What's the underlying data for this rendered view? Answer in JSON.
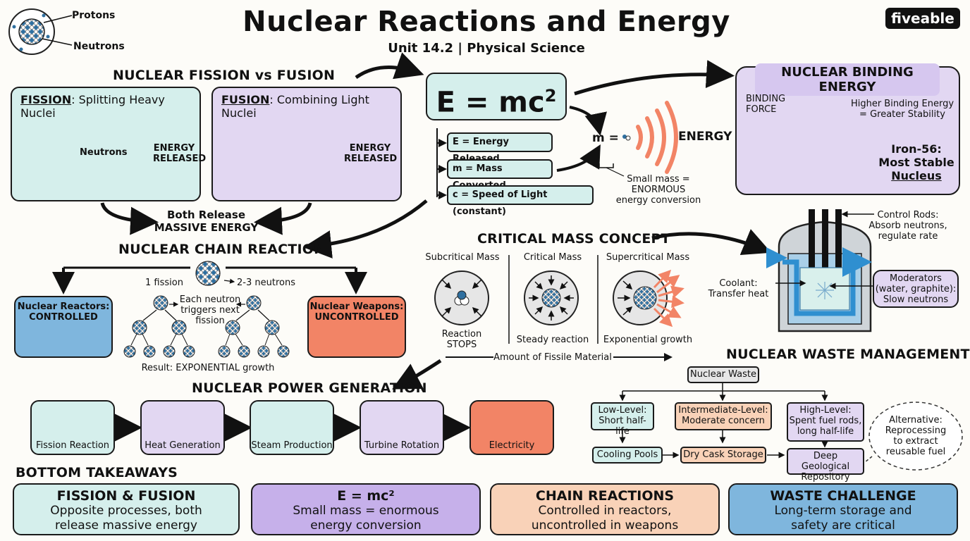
{
  "title": "Nuclear Reactions and Energy",
  "subtitle": "Unit 14.2 | Physical Science",
  "brand": "fiveable",
  "legend": {
    "protons": "Protons",
    "neutrons": "Neutrons"
  },
  "fission_fusion": {
    "heading": "NUCLEAR FISSION vs FUSION",
    "fission_term": "FISSION",
    "fission_desc": ": Splitting Heavy Nuclei",
    "fission_neutrons": "Neutrons",
    "fission_energy_1": "ENERGY",
    "fission_energy_2": "RELEASED",
    "fusion_term": "FUSION",
    "fusion_desc": ": Combining Light Nuclei",
    "fusion_energy_1": "ENERGY",
    "fusion_energy_2": "RELEASED",
    "both_1": "Both Release",
    "both_2": "MASSIVE ENERGY"
  },
  "emc": {
    "equation": "E = mc",
    "exponent": "2",
    "def_e": "E = Energy Released",
    "def_m": "m = Mass Converted",
    "def_c": "c = Speed of Light (constant)",
    "m_label": "m =",
    "energy": "ENERGY",
    "note_1": "Small mass =",
    "note_2": "ENORMOUS",
    "note_3": "energy conversion"
  },
  "binding": {
    "heading": "NUCLEAR BINDING ENERGY",
    "force_1": "BINDING",
    "force_2": "FORCE",
    "higher_1": "Higher Binding Energy",
    "higher_2": "= Greater Stability",
    "iron_1": "Iron-56:",
    "iron_2": "Most Stable",
    "iron_3": "Nucleus"
  },
  "chain": {
    "heading": "NUCLEAR CHAIN REACTION",
    "one_fission": "1 fission",
    "neutrons": "2-3 neutrons",
    "each_1": "Each neutron",
    "each_2": "triggers next",
    "each_3": "fission",
    "result": "Result: EXPONENTIAL growth",
    "reactors_1": "Nuclear Reactors:",
    "reactors_2": "CONTROLLED",
    "weapons_1": "Nuclear Weapons:",
    "weapons_2": "UNCONTROLLED"
  },
  "critical": {
    "heading": "CRITICAL MASS CONCEPT",
    "sub_label": "Subcritical Mass",
    "crit_label": "Critical Mass",
    "super_label": "Supercritical Mass",
    "sub_result_1": "Reaction",
    "sub_result_2": "STOPS",
    "crit_result": "Steady reaction",
    "super_result": "Exponential growth",
    "axis": "Amount of Fissile Material"
  },
  "reactor": {
    "control_1": "Control Rods:",
    "control_2": "Absorb neutrons,",
    "control_3": "regulate rate",
    "coolant_1": "Coolant:",
    "coolant_2": "Transfer heat",
    "mod_1": "Moderators",
    "mod_2": "(water, graphite):",
    "mod_3": "Slow neutrons"
  },
  "power": {
    "heading": "NUCLEAR POWER GENERATION",
    "steps": [
      "Fission Reaction",
      "Heat Generation",
      "Steam Production",
      "Turbine Rotation",
      "Electricity"
    ]
  },
  "waste": {
    "heading": "NUCLEAR WASTE MANAGEMENT",
    "root": "Nuclear Waste",
    "low_1": "Low-Level:",
    "low_2": "Short half-life",
    "mid_1": "Intermediate-Level:",
    "mid_2": "Moderate concern",
    "high_1": "High-Level:",
    "high_2": "Spent fuel rods,",
    "high_3": "long half-life",
    "alt_1": "Alternative:",
    "alt_2": "Reprocessing",
    "alt_3": "to extract",
    "alt_4": "reusable fuel",
    "cooling": "Cooling Pools",
    "cask": "Dry Cask Storage",
    "deep_1": "Deep Geological",
    "deep_2": "Repository"
  },
  "takeaways": {
    "heading": "BOTTOM TAKEAWAYS",
    "cards": [
      {
        "title": "FISSION & FUSION",
        "line1": "Opposite processes, both",
        "line2": "release massive energy"
      },
      {
        "title": "E = mc²",
        "line1": "Small mass = enormous",
        "line2": "energy conversion"
      },
      {
        "title": "CHAIN REACTIONS",
        "line1": "Controlled in reactors,",
        "line2": "uncontrolled in weapons"
      },
      {
        "title": "WASTE CHALLENGE",
        "line1": "Long-term storage and",
        "line2": "safety are critical"
      }
    ]
  },
  "colors": {
    "teal": "#d5efec",
    "lavender": "#e2d7f2",
    "purple": "#c6b0ea",
    "peach": "#f9d2b8",
    "blue": "#7fb6dd",
    "orange": "#f28466",
    "nucleus_blue": "#2f6f9f"
  }
}
